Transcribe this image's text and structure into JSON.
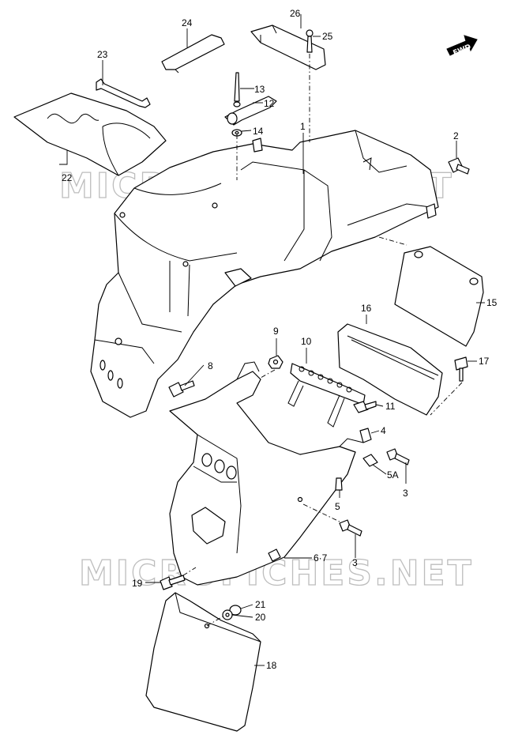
{
  "watermark": "MICROFICHES.NET",
  "direction_badge": "FWD",
  "callouts": [
    {
      "id": "p1",
      "label": "1"
    },
    {
      "id": "p2",
      "label": "2"
    },
    {
      "id": "p3a",
      "label": "3"
    },
    {
      "id": "p3b",
      "label": "3"
    },
    {
      "id": "p4",
      "label": "4"
    },
    {
      "id": "p5",
      "label": "5"
    },
    {
      "id": "p5a",
      "label": "5A"
    },
    {
      "id": "p67",
      "label": "6·7"
    },
    {
      "id": "p8",
      "label": "8"
    },
    {
      "id": "p9",
      "label": "9"
    },
    {
      "id": "p10",
      "label": "10"
    },
    {
      "id": "p11",
      "label": "11"
    },
    {
      "id": "p12",
      "label": "12"
    },
    {
      "id": "p13",
      "label": "13"
    },
    {
      "id": "p14",
      "label": "14"
    },
    {
      "id": "p15",
      "label": "15"
    },
    {
      "id": "p16",
      "label": "16"
    },
    {
      "id": "p17",
      "label": "17"
    },
    {
      "id": "p18",
      "label": "18"
    },
    {
      "id": "p19",
      "label": "19"
    },
    {
      "id": "p20",
      "label": "20"
    },
    {
      "id": "p21",
      "label": "21"
    },
    {
      "id": "p22",
      "label": "22"
    },
    {
      "id": "p23",
      "label": "23"
    },
    {
      "id": "p24",
      "label": "24"
    },
    {
      "id": "p25",
      "label": "25"
    },
    {
      "id": "p26",
      "label": "26"
    }
  ]
}
